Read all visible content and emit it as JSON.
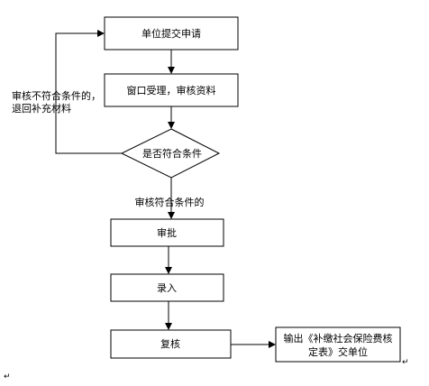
{
  "nodes": {
    "submit": "单位提交申请",
    "window_review": "窗口受理，审核资料",
    "decision": "是否符合条件",
    "approve": "审批",
    "record": "录入",
    "recheck": "复核",
    "output_line1": "输出《补缴社会保险费核",
    "output_line2": "定表》交单位"
  },
  "edges": {
    "not_qualified_line1": "审核不符合条件的，",
    "not_qualified_line2": "退回补充材料",
    "qualified": "审核符合条件的"
  },
  "marks": {
    "paragraph_mark": "↵"
  }
}
